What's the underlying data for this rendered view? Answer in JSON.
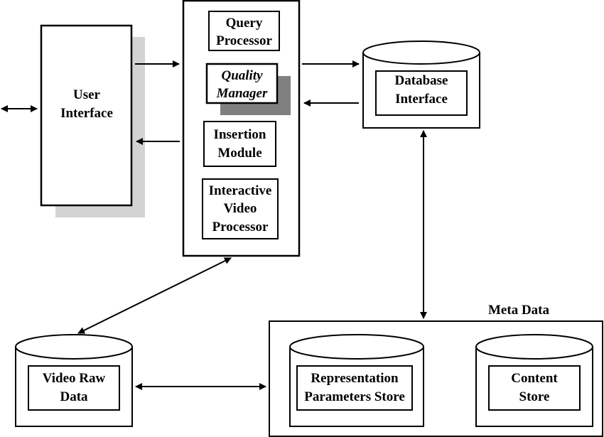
{
  "colors": {
    "stroke": "#000000",
    "background": "#ffffff",
    "shadow_light": "#d3d3d3",
    "shadow_dark": "#808080"
  },
  "user_interface": {
    "line1": "User",
    "line2": "Interface"
  },
  "modules": {
    "query_processor": {
      "line1": "Query",
      "line2": "Processor"
    },
    "quality_manager": {
      "line1": "Quality",
      "line2": "Manager"
    },
    "insertion_module": {
      "line1": "Insertion",
      "line2": "Module"
    },
    "interactive_video_processor": {
      "line1": "Interactive",
      "line2": "Video",
      "line3": "Processor"
    }
  },
  "database_interface": {
    "line1": "Database",
    "line2": "Interface"
  },
  "video_raw_data": {
    "line1": "Video Raw",
    "line2": "Data"
  },
  "meta_data": {
    "title": "Meta Data",
    "representation_store": {
      "line1": "Representation",
      "line2": "Parameters Store"
    },
    "content_store": {
      "line1": "Content",
      "line2": "Store"
    }
  }
}
